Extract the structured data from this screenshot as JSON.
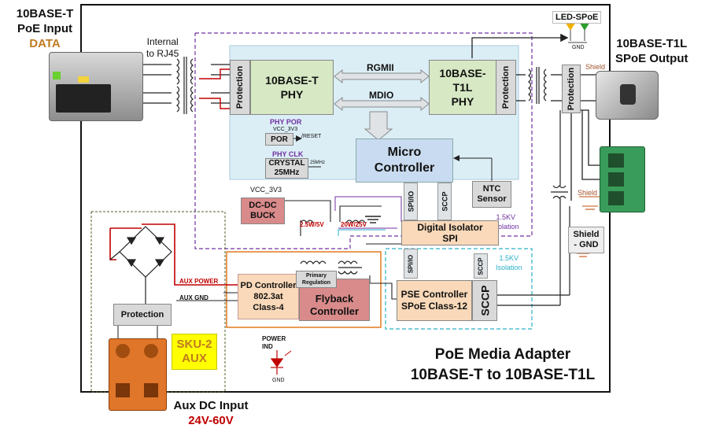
{
  "labels": {
    "poe_input": [
      "10BASE-T",
      "PoE Input"
    ],
    "data": "DATA",
    "internal": [
      "Internal",
      "to RJ45"
    ],
    "led_spoe": "LED-SPoE",
    "gnd": "GND",
    "spoe_output": [
      "10BASE-T1L",
      "SPoE Output"
    ],
    "shield": "Shield",
    "shield_gnd": [
      "Shield",
      "- GND"
    ],
    "rgmii": "RGMII",
    "mdio": "MDIO",
    "phy_por": "PHY POR",
    "vcc_3v3": "VCC_3V3",
    "por": "POR",
    "reset": "/RESET",
    "phy_clk": "PHY CLK",
    "crystal": [
      "CRYSTAL",
      "25MHz"
    ],
    "freq": "25MHz",
    "vcc_3v3_b": "VCC_3V3",
    "isolation_1": [
      "1.5KV",
      "Isolation"
    ],
    "isolation_2": [
      "1.5KV",
      "Isolation"
    ],
    "rail_a": "2.5W/5V",
    "rail_b": "20W/25V",
    "aux_power": "AUX POWER",
    "aux_gnd": "AUX GND",
    "primary_regulation": [
      "Primary",
      "Regulation"
    ],
    "power_ind": [
      "POWER",
      "IND"
    ],
    "sku": [
      "SKU-2",
      "AUX"
    ],
    "aux_dc": [
      "Aux DC Input",
      "24V-60V"
    ],
    "title": [
      "PoE Media Adapter",
      "10BASE-T to 10BASE-T1L"
    ]
  },
  "blocks": {
    "protection": "Protection",
    "phy_10baset": [
      "10BASE-T",
      "PHY"
    ],
    "phy_t1l": [
      "10BASE-T1L",
      "PHY"
    ],
    "micro": [
      "Micro",
      "Controller"
    ],
    "ntc": [
      "NTC",
      "Sensor"
    ],
    "buck": [
      "DC-DC",
      "BUCK"
    ],
    "spi_io": "SPI/IO",
    "sccp": "SCCP",
    "isolator": [
      "Digital Isolator",
      "SPI"
    ],
    "pd": [
      "PD Controller",
      "802.3at",
      "Class-4"
    ],
    "flyback": [
      "Flyback",
      "Controller"
    ],
    "pse": [
      "PSE Controller",
      "SPoE Class-12"
    ],
    "sccp_big": "SCCP",
    "protection_aux": "Protection"
  },
  "colors": {
    "phy_fill": "#d7e8c4",
    "soc_fill": "#dbeef6",
    "micro_fill": "#c9dbf0",
    "pd_fill": "#f9d9b9",
    "flyback_fill": "#d98a8a",
    "prot_fill": "#d9d9d9",
    "purple": "#7030a0",
    "teal": "#2ab0c8",
    "orange": "#e07a1f",
    "red": "#c00000",
    "sku_fill": "#ffff00"
  }
}
